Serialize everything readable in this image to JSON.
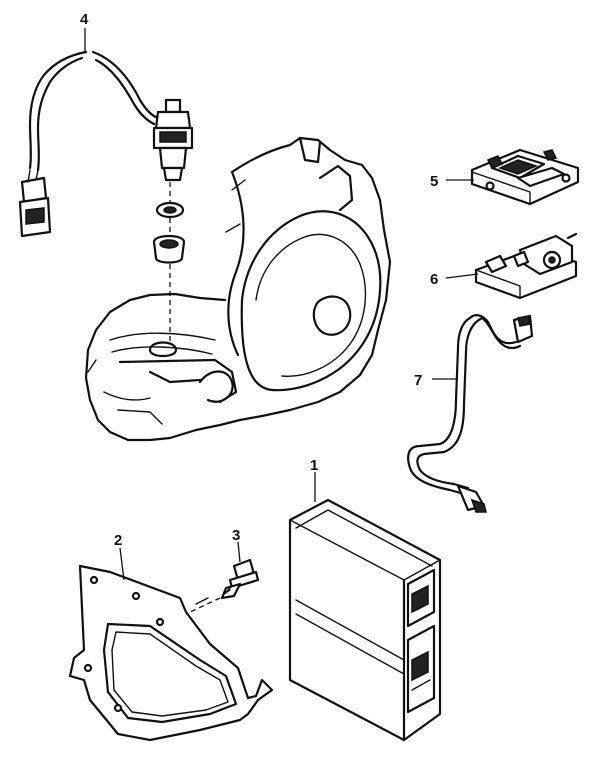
{
  "callouts": {
    "part1": "1",
    "part2": "2",
    "part3": "3",
    "part4": "4",
    "part5": "5",
    "part6": "6",
    "part7": "7"
  }
}
